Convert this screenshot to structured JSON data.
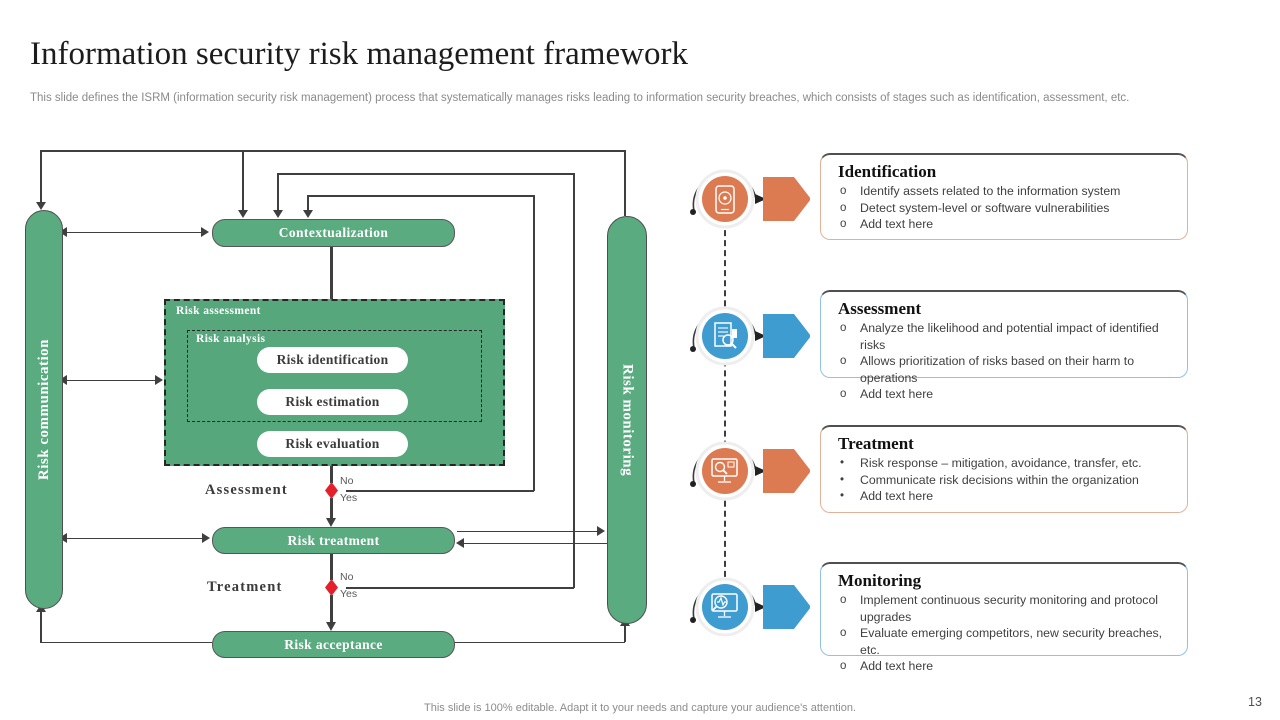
{
  "slide": {
    "title": "Information security risk management framework",
    "subtitle": "This slide defines the ISRM (information security risk management) process that systematically manages risks leading to information security breaches, which consists of stages such as identification, assessment, etc.",
    "footer": "This slide is 100% editable. Adapt it to your needs and capture your audience's attention.",
    "page_number": "13"
  },
  "colors": {
    "green": "#5BAB81",
    "line_dark": "#3F3F3F",
    "orange": "#DC7B52",
    "blue": "#3E9CD0",
    "decision_red": "#E4202C",
    "card_border_orange": "#E0B29C",
    "card_border_blue": "#8FC3E0"
  },
  "flowchart": {
    "rails": {
      "left": "Risk communication",
      "right": "Risk monitoring"
    },
    "nodes": {
      "contextualization": "Contextualization",
      "risk_identification": "Risk identification",
      "risk_estimation": "Risk estimation",
      "risk_evaluation": "Risk evaluation",
      "risk_treatment": "Risk treatment",
      "risk_acceptance": "Risk acceptance"
    },
    "groups": {
      "assessment": "Risk assessment",
      "analysis": "Risk analysis"
    },
    "decisions": [
      {
        "label": "Assessment",
        "no": "No",
        "yes": "Yes"
      },
      {
        "label": "Treatment",
        "no": "No",
        "yes": "Yes"
      }
    ]
  },
  "stages": [
    {
      "title": "Identification",
      "icon": "smartphone-scan-icon",
      "marker": "o",
      "bullets": [
        "Identify assets related to the information system",
        "Detect system-level or software vulnerabilities",
        "Add text here"
      ]
    },
    {
      "title": "Assessment",
      "icon": "document-search-icon",
      "marker": "o",
      "bullets": [
        "Analyze the likelihood and potential impact of identified risks",
        "Allows prioritization of risks based on their harm to operations",
        "Add text here"
      ]
    },
    {
      "title": "Treatment",
      "icon": "monitor-search-icon",
      "marker": "•",
      "bullets": [
        "Risk response – mitigation, avoidance, transfer, etc.",
        "Communicate risk decisions within the organization",
        "Add text here"
      ]
    },
    {
      "title": "Monitoring",
      "icon": "monitor-pulse-icon",
      "marker": "o",
      "bullets": [
        "Implement continuous security monitoring and protocol upgrades",
        "Evaluate emerging competitors, new security breaches, etc.",
        "Add text here"
      ]
    }
  ]
}
